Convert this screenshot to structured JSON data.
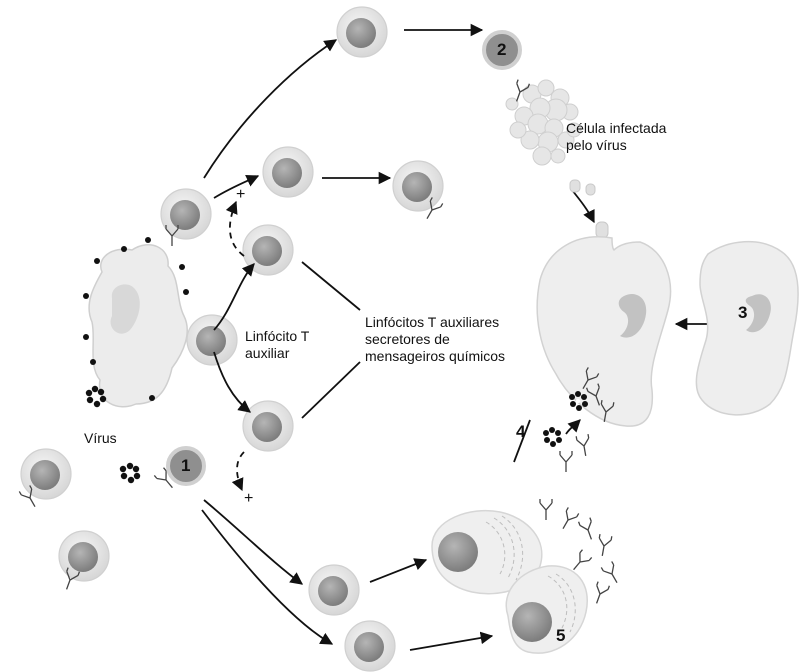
{
  "labels": {
    "infected_cell": [
      "Célula infectada",
      "pelo vírus"
    ],
    "helper_t": [
      "Linfócito T",
      "auxiliar"
    ],
    "secreting": [
      "Linfócitos T auxiliares",
      "secretores de",
      "mensageiros químicos"
    ],
    "virus": "Vírus"
  },
  "markers": {
    "m1": "1",
    "m2": "2",
    "m3": "3",
    "m4": "4",
    "m5": "5",
    "plus": "+"
  },
  "colors": {
    "cell_fill": "#e9e9e9",
    "nucleus_fill": "#9b9b9b",
    "macrophage_fill": "#ececec",
    "ink": "#111111"
  }
}
